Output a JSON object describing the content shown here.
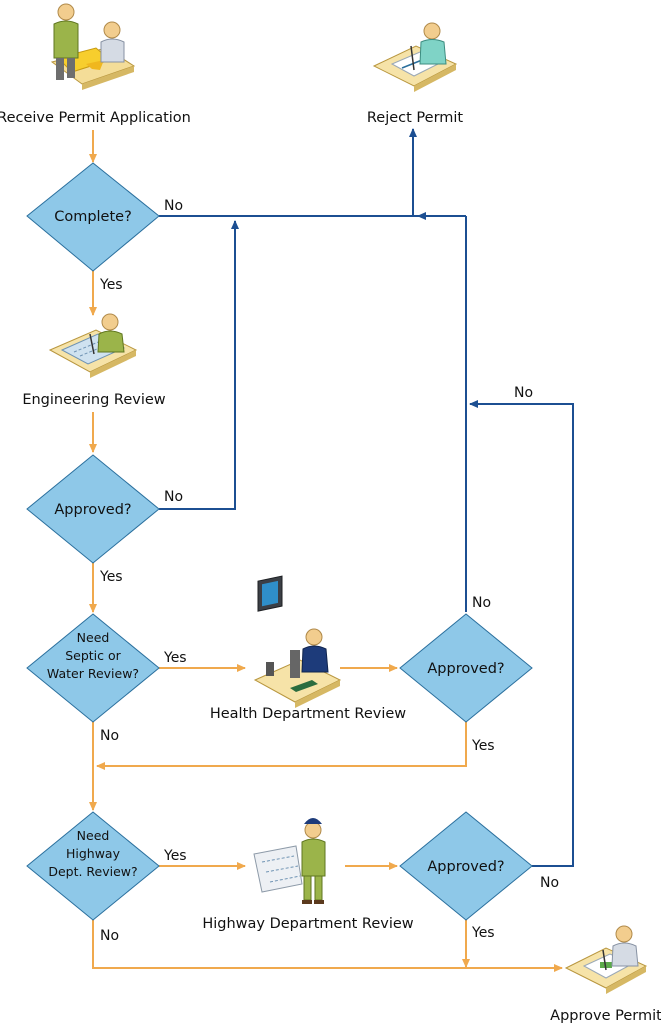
{
  "steps": {
    "receive": "Receive Permit Application",
    "reject": "Reject Permit",
    "engineering": "Engineering Review",
    "health": "Health Department Review",
    "highway": "Highway Department Review",
    "approve": "Approve Permit"
  },
  "decisions": {
    "complete": "Complete?",
    "approved1": "Approved?",
    "septic": [
      "Need",
      "Septic or",
      "Water Review?"
    ],
    "approved2": "Approved?",
    "highway": [
      "Need",
      "Highway",
      "Dept. Review?"
    ],
    "approved3": "Approved?"
  },
  "branches": {
    "yes": "Yes",
    "no": "No"
  },
  "colors": {
    "yes_flow": "#f0a94d",
    "no_flow": "#1c4f92",
    "decision_fill": "#8ec8e8"
  }
}
